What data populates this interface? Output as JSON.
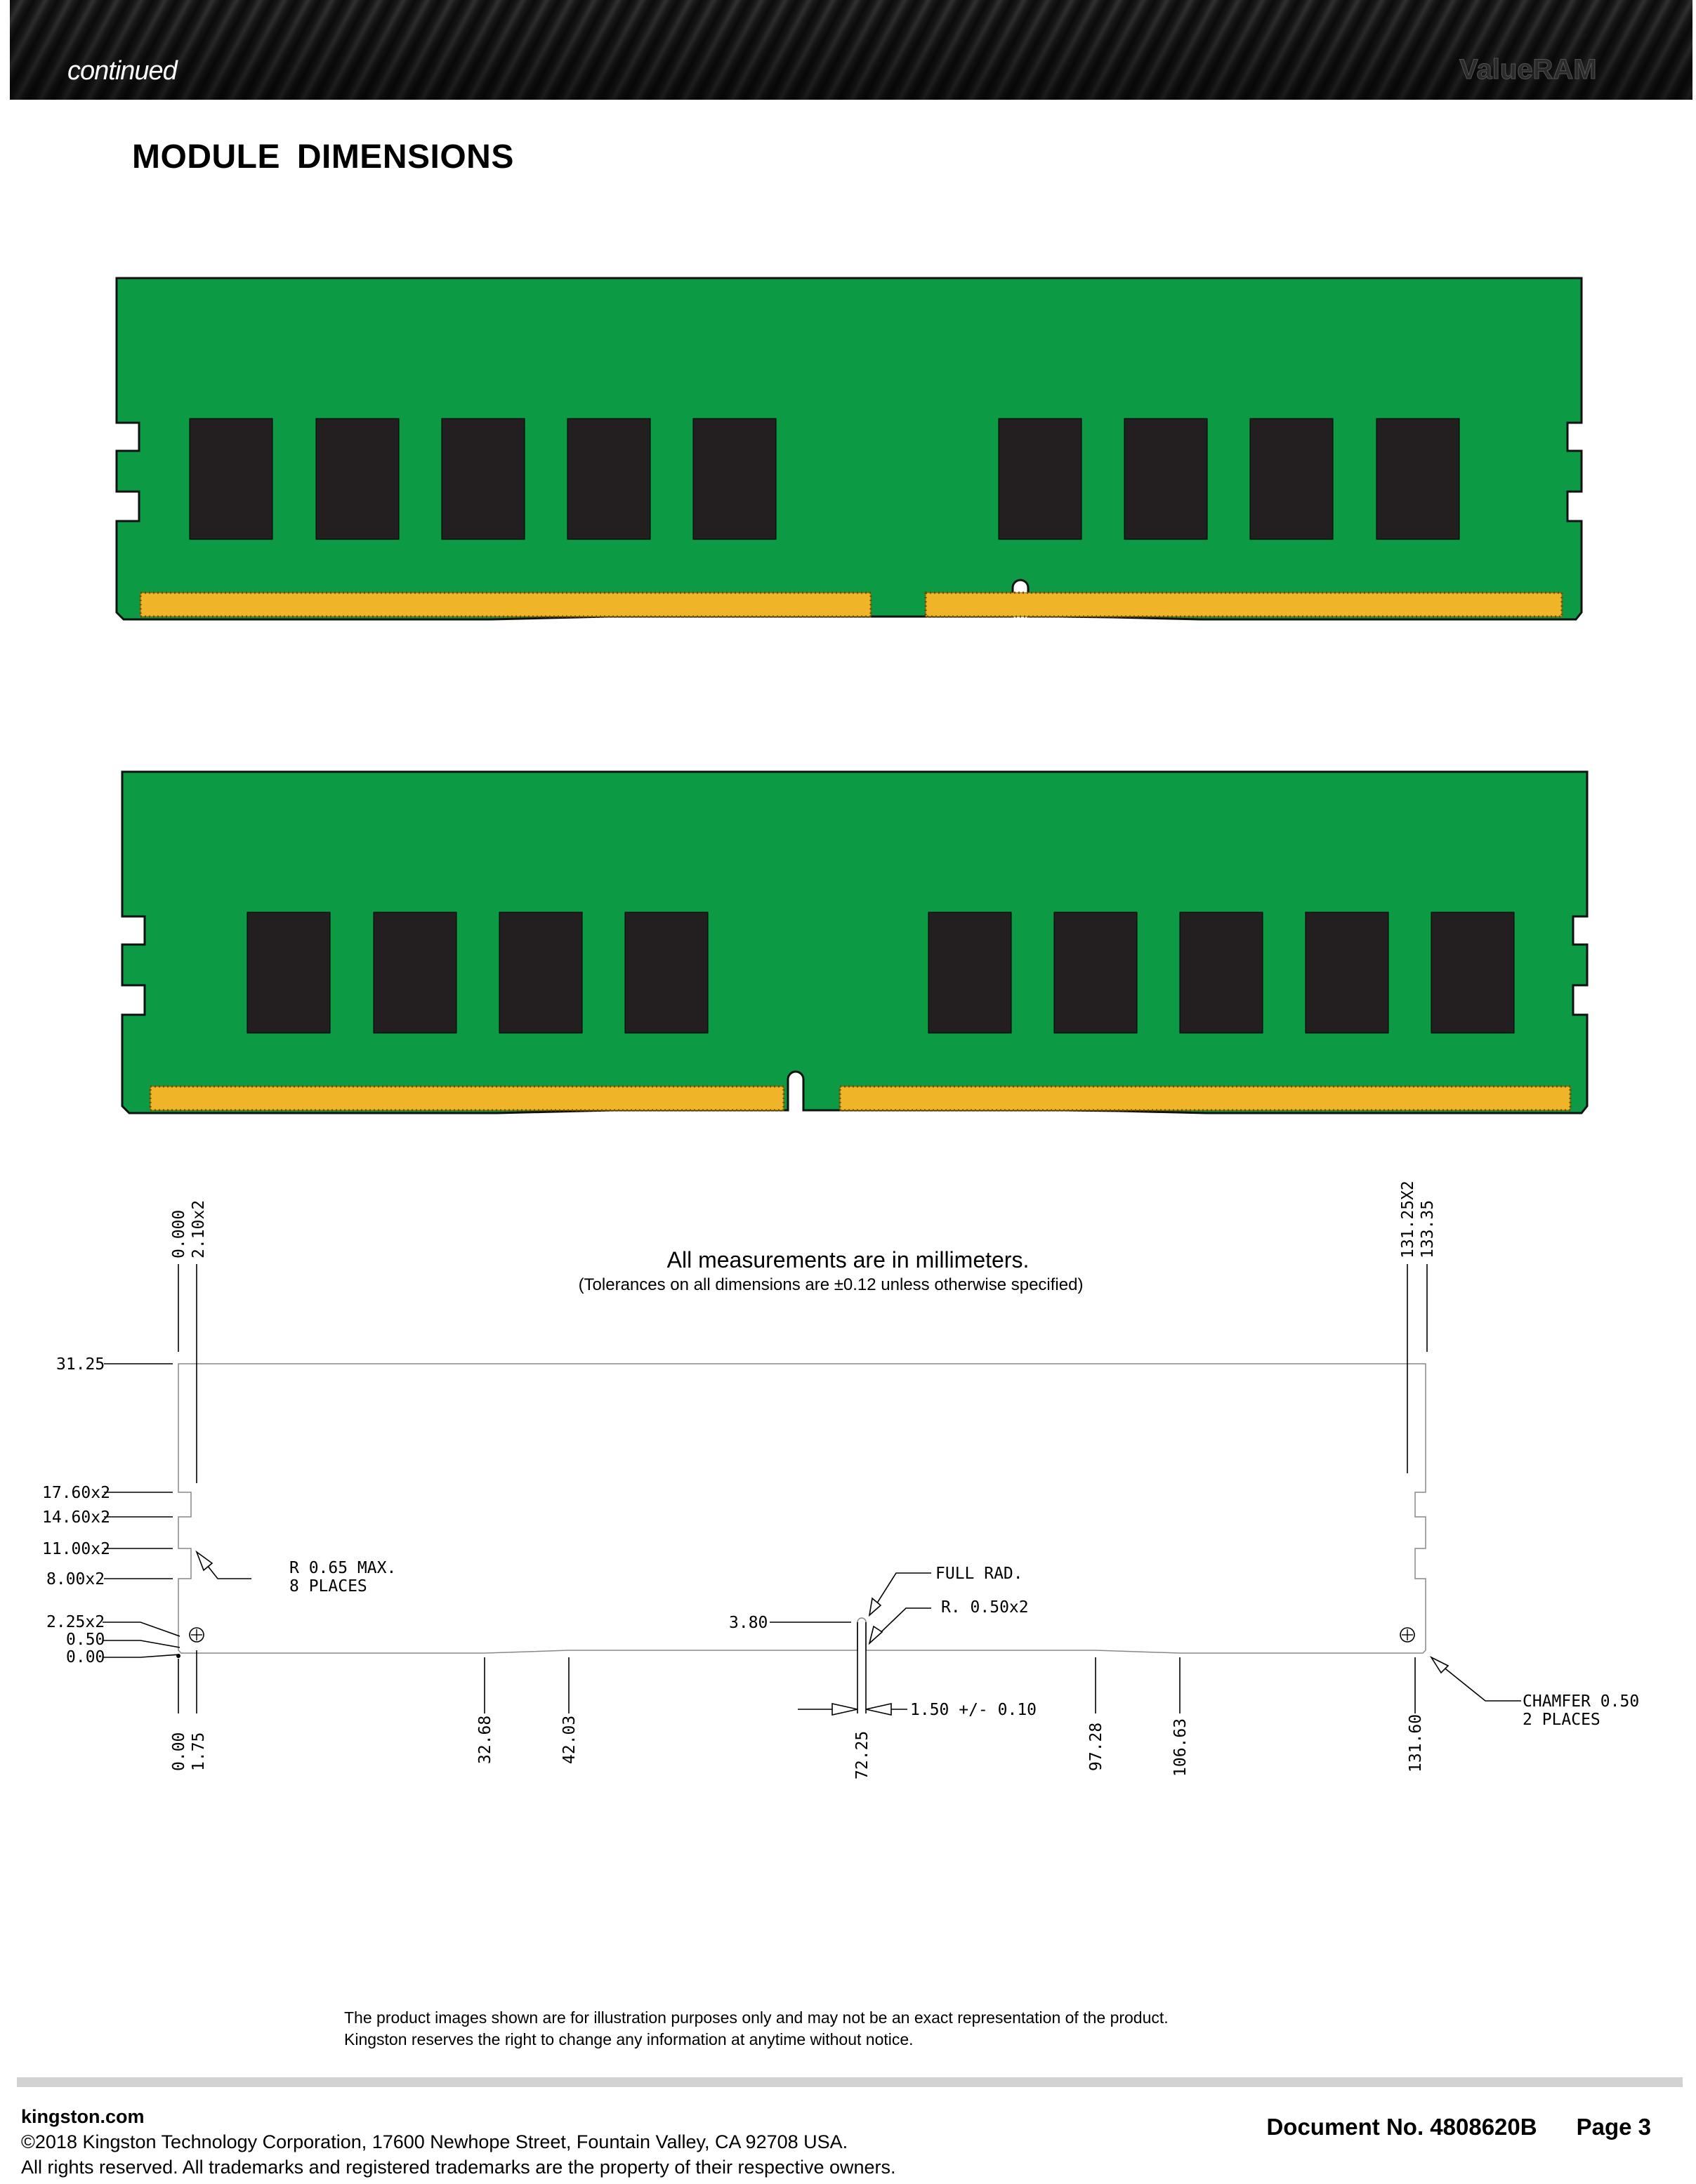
{
  "header": {
    "continued_label": "continued",
    "brand": "ValueRAM"
  },
  "section_title": "MODULE  DIMENSIONS",
  "colors": {
    "pcb_green": "#0c9a45",
    "chip_black": "#231f20",
    "gold_contact": "#f0b429"
  },
  "modules": {
    "front_chip_count": 9,
    "back_chip_count": 9
  },
  "drawing": {
    "note_main": "All measurements are in millimeters.",
    "note_sub": "(Tolerances on all dimensions are ±0.12 unless otherwise specified)",
    "top_left_1": "0.000",
    "top_left_2": "2.10x2",
    "top_right_1": "131.25X2",
    "top_right_2": "133.35",
    "left_31_25": "31.25",
    "left_17_60": "17.60x2",
    "left_14_60": "14.60x2",
    "left_11_00": "11.00x2",
    "left_8_00": "8.00x2",
    "left_2_25": "2.25x2",
    "left_0_50": "0.50",
    "left_0_00": "0.00",
    "bottom_0_00": "0.00",
    "bottom_1_75": "1.75",
    "bottom_32_68": "32.68",
    "bottom_42_03": "42.03",
    "bottom_72_25": "72.25",
    "bottom_97_28": "97.28",
    "bottom_106_63": "106.63",
    "bottom_131_60": "131.60",
    "r065_line1": "R 0.65 MAX.",
    "r065_line2": "8 PLACES",
    "full_rad": "FULL RAD.",
    "r050": "R. 0.50x2",
    "key_380": "3.80",
    "key_width": "1.50 +/- 0.10",
    "chamfer_line1": "CHAMFER 0.50",
    "chamfer_line2": "2 PLACES"
  },
  "disclaimer": {
    "line1": "The product images shown are for illustration purposes only and may not be an exact representation of the product.",
    "line2": "Kingston reserves the right to change any information at anytime without notice."
  },
  "footer": {
    "site": "kingston.com",
    "copyright": "©2018 Kingston Technology Corporation, 17600 Newhope Street, Fountain Valley, CA 92708 USA.",
    "rights": "All rights reserved. All trademarks and registered trademarks are the property of their respective owners.",
    "doc_no": "Document No. 4808620B",
    "page": "Page 3"
  }
}
